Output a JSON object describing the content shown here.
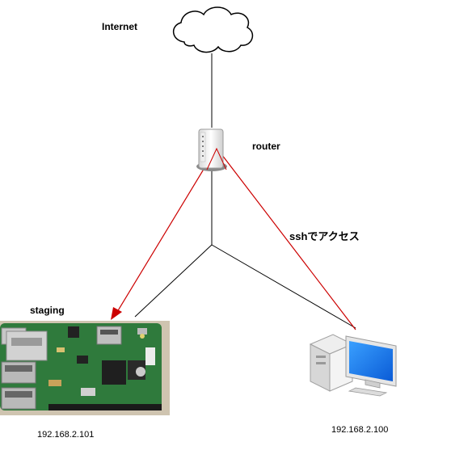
{
  "labels": {
    "internet": "Internet",
    "router": "router",
    "ssh_access": "sshでアクセス",
    "staging": "staging",
    "staging_ip": "192.168.2.101",
    "pc_ip": "192.168.2.100"
  },
  "icons": {
    "cloud": "cloud-icon",
    "router": "router-icon",
    "raspberry_pi": "raspberry-pi-board",
    "desktop_pc": "desktop-pc-icon"
  },
  "colors": {
    "network_line": "#000000",
    "ssh_path": "#cc0000",
    "board_green": "#2f7a3c"
  }
}
